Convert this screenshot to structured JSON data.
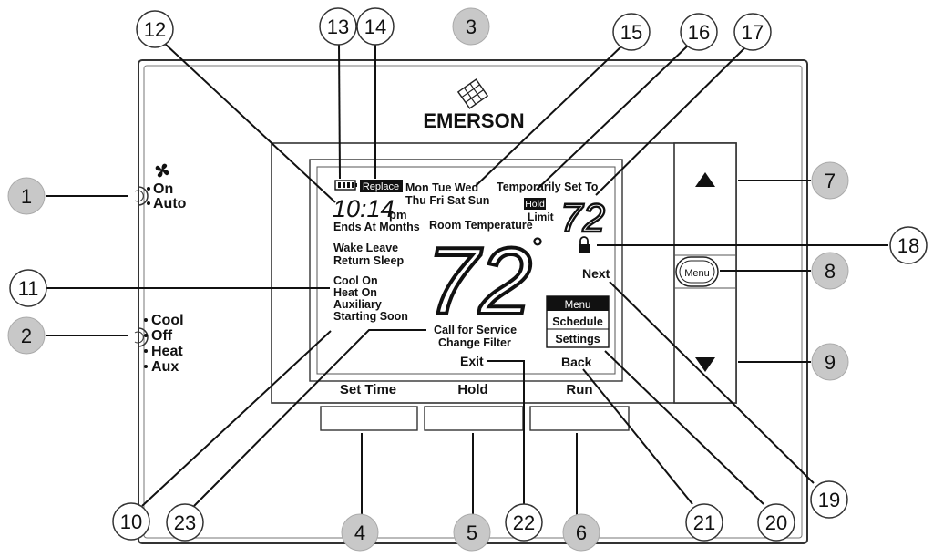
{
  "brand": "EMERSON",
  "fan_switch": {
    "options": [
      "On",
      "Auto"
    ]
  },
  "mode_switch": {
    "options": [
      "Cool",
      "Off",
      "Heat",
      "Aux"
    ]
  },
  "display": {
    "battery_label": "",
    "replace_badge": "Replace",
    "days_line1": "Mon Tue Wed",
    "days_line2": "Thu Fri Sat Sun",
    "time_text": "10:14",
    "time_suffix": "pm",
    "ends_at_months": "Ends At Months",
    "room_temperature_label": "Room Temperature",
    "room_temperature_value": "72",
    "degree_symbol": "°",
    "temporarily_set_to": "Temporarily Set To",
    "hold_badge": "Hold",
    "limit_label": "Limit",
    "set_temperature_value": "72",
    "period_line1": "Wake Leave",
    "period_line2": "Return Sleep",
    "status_cool_on": "Cool On",
    "status_heat_on": "Heat On",
    "status_auxiliary": "Auxiliary",
    "status_starting_soon": "Starting Soon",
    "call_for_service": "Call for Service",
    "change_filter": "Change Filter",
    "next_label": "Next",
    "menu_header": "Menu",
    "menu_schedule": "Schedule",
    "menu_settings": "Settings",
    "exit_label": "Exit",
    "back_label": "Back"
  },
  "soft_buttons": [
    "Set Time",
    "Hold",
    "Run"
  ],
  "side_buttons": {
    "menu_label": "Menu"
  },
  "callouts": [
    "1",
    "2",
    "3",
    "4",
    "5",
    "6",
    "7",
    "8",
    "9",
    "10",
    "11",
    "12",
    "13",
    "14",
    "15",
    "16",
    "17",
    "18",
    "19",
    "20",
    "21",
    "22",
    "23"
  ]
}
